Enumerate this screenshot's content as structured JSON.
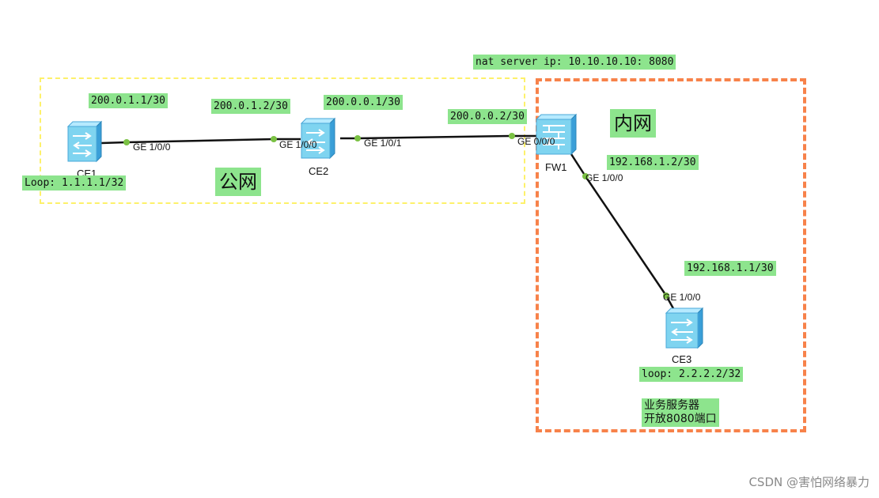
{
  "zones": {
    "public": {
      "title": "公网",
      "color": "#fdf16a"
    },
    "inner": {
      "title": "内网",
      "color": "#f7824a"
    }
  },
  "nat_label": "nat server ip: 10.10.10.10: 8080",
  "devices": {
    "ce1": {
      "name": "CE1",
      "loopback": "Loop: 1.1.1.1/32",
      "ip": "200.0.1.1/30"
    },
    "ce2": {
      "name": "CE2",
      "ip_left": "200.0.1.2/30",
      "ip_right": "200.0.0.1/30"
    },
    "fw1": {
      "name": "FW1",
      "ip_left": "200.0.0.2/30",
      "ip_down": "192.168.1.2/30"
    },
    "ce3": {
      "name": "CE3",
      "ip": "192.168.1.1/30",
      "loopback": "loop: 2.2.2.2/32"
    }
  },
  "ports": {
    "ce1_g0": "GE 1/0/0",
    "ce2_g0": "GE 1/0/0",
    "ce2_g1": "GE 1/0/1",
    "fw1_g0_left": "GE 0/0/0",
    "fw1_g0_down": "GE 1/0/0",
    "ce3_g0": "GE 1/0/0"
  },
  "service_note": "业务服务器\n开放8080端口",
  "watermark": "CSDN @害怕网络暴力",
  "colors": {
    "label_bg": "#8de48d",
    "port_dot": "#7ac143",
    "switch_body": "#7fd4f0",
    "link": "#111111"
  }
}
